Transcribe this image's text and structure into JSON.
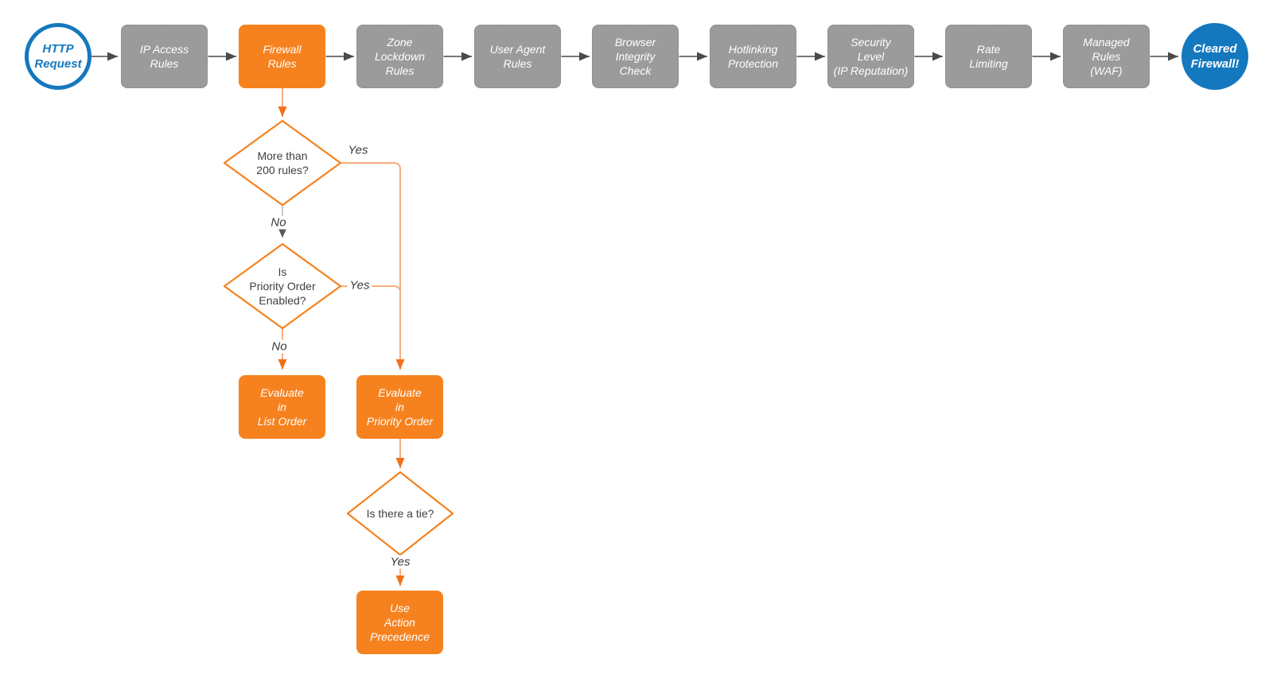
{
  "flowchart": {
    "start_node": {
      "label": "HTTP\nRequest"
    },
    "end_node": {
      "label": "Cleared\nFirewall!"
    },
    "pipeline_stages": [
      {
        "id": "ip-access-rules",
        "label": "IP Access\nRules",
        "highlighted": false
      },
      {
        "id": "firewall-rules",
        "label": "Firewall\nRules",
        "highlighted": true
      },
      {
        "id": "zone-lockdown-rules",
        "label": "Zone\nLockdown\nRules",
        "highlighted": false
      },
      {
        "id": "user-agent-rules",
        "label": "User Agent\nRules",
        "highlighted": false
      },
      {
        "id": "browser-integrity-check",
        "label": "Browser\nIntegrity\nCheck",
        "highlighted": false
      },
      {
        "id": "hotlinking-protection",
        "label": "Hotlinking\nProtection",
        "highlighted": false
      },
      {
        "id": "security-level",
        "label": "Security\nLevel\n(IP Reputation)",
        "highlighted": false
      },
      {
        "id": "rate-limiting",
        "label": "Rate\nLimiting",
        "highlighted": false
      },
      {
        "id": "managed-rules-waf",
        "label": "Managed\nRules\n(WAF)",
        "highlighted": false
      }
    ],
    "decisions": [
      {
        "id": "more-than-200-rules",
        "label": "More than\n200 rules?",
        "yes_label": "Yes",
        "no_label": "No"
      },
      {
        "id": "priority-order-enabled",
        "label": "Is\nPriority Order\nEnabled?",
        "yes_label": "Yes",
        "no_label": "No"
      },
      {
        "id": "is-there-a-tie",
        "label": "Is there a tie?",
        "yes_label": "Yes"
      }
    ],
    "action_nodes": [
      {
        "id": "evaluate-list-order",
        "label": "Evaluate\nin\nList Order"
      },
      {
        "id": "evaluate-priority-order",
        "label": "Evaluate\nin\nPriority Order"
      },
      {
        "id": "use-action-precedence",
        "label": "Use\nAction\nPrecedence"
      }
    ],
    "colors": {
      "accent_orange": "#F6821F",
      "arrowhead_orange": "#F3701B",
      "line_orange": "#F7AD80",
      "node_gray": "#9B9B9B",
      "accent_blue": "#1478BE",
      "arrow_dark": "#4A4A4A",
      "no_line_gray": "#B5B5B5",
      "no_arrowhead_gray": "#5A5A5A",
      "label_dark": "#3F3F3F",
      "node_text": "#FFFFFF"
    }
  }
}
